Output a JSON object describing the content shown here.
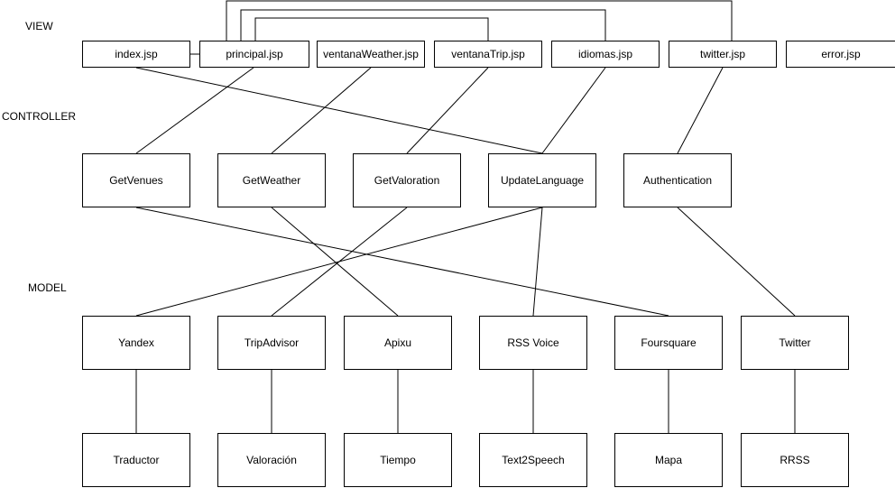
{
  "layers": {
    "view": "VIEW",
    "controller": "CONTROLLER",
    "model": "MODEL"
  },
  "nodes": {
    "index": "index.jsp",
    "principal": "principal.jsp",
    "ventanaWeather": "ventanaWeather.jsp",
    "ventanaTrip": "ventanaTrip.jsp",
    "idiomas": "idiomas.jsp",
    "twitter": "twitter.jsp",
    "error": "error.jsp",
    "getVenues": "GetVenues",
    "getWeather": "GetWeather",
    "getValoration": "GetValoration",
    "updateLanguage": "UpdateLanguage",
    "authentication": "Authentication",
    "yandex": "Yandex",
    "tripAdvisor": "TripAdvisor",
    "apixu": "Apixu",
    "rssVoice": "RSS Voice",
    "foursquare": "Foursquare",
    "twitterModel": "Twitter",
    "traductor": "Traductor",
    "valoracion": "Valoración",
    "tiempo": "Tiempo",
    "text2speech": "Text2Speech",
    "mapa": "Mapa",
    "rrss": "RRSS"
  },
  "edges": [
    [
      "index",
      "updateLanguage"
    ],
    [
      "index",
      "principal"
    ],
    [
      "principal",
      "getVenues"
    ],
    [
      "ventanaWeather",
      "getWeather"
    ],
    [
      "ventanaTrip",
      "getValoration"
    ],
    [
      "idiomas",
      "updateLanguage"
    ],
    [
      "twitter",
      "authentication"
    ],
    [
      "principal",
      "ventanaTrip"
    ],
    [
      "principal",
      "idiomas"
    ],
    [
      "principal",
      "twitter"
    ],
    [
      "getVenues",
      "foursquare"
    ],
    [
      "getWeather",
      "apixu"
    ],
    [
      "getValoration",
      "tripAdvisor"
    ],
    [
      "updateLanguage",
      "yandex"
    ],
    [
      "updateLanguage",
      "rssVoice"
    ],
    [
      "authentication",
      "twitterModel"
    ],
    [
      "yandex",
      "traductor"
    ],
    [
      "tripAdvisor",
      "valoracion"
    ],
    [
      "apixu",
      "tiempo"
    ],
    [
      "rssVoice",
      "text2speech"
    ],
    [
      "foursquare",
      "mapa"
    ],
    [
      "twitterModel",
      "rrss"
    ]
  ]
}
